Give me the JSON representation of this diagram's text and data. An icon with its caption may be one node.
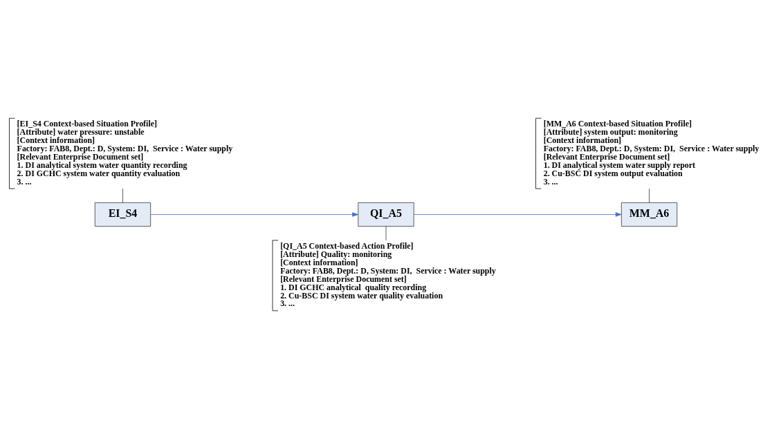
{
  "diagram": {
    "nodes": [
      {
        "text": [
          "[EI_S4 Context-based Situation Profile]",
          "[Attribute] water pressure: unstable",
          "[Context information]",
          "Factory: FAB8, Dept.: D, System: DI,  Service : Water supply",
          "[Relevant Enterprise Document set]",
          "1. DI analytical system water quantity recording",
          "2. DI GCHC system water quantity evaluation",
          "3. ..."
        ]
      },
      {
        "text": [
          "[MM_A6 Context-based Situation Profile]",
          "[Attribute] system output: monitoring",
          "[Context information]",
          "Factory: FAB8, Dept.: D, System: DI,  Service : Water supply",
          "[Relevant Enterprise Document set]",
          "1. DI analytical system water supply report",
          "2. Cu-BSC DI system output evaluation",
          "3. ..."
        ]
      },
      {
        "text": [
          "EI_S4"
        ]
      },
      {
        "text": [
          "QI_A5"
        ]
      },
      {
        "text": [
          "MM_A6"
        ]
      },
      {
        "text": [
          "[QI_A5 Context-based Action Profile]",
          "[Attribute] Quality: monitoring",
          "[Context information]",
          "Factory: FAB8, Dept.: D, System: DI,  Service : Water supply",
          "[Relevant Enterprise Document set]",
          "1. DI GCHC analytical  quality recording",
          "2. Cu-BSC DI system water quality evaluation",
          "3. ..."
        ]
      }
    ],
    "edges": [
      {
        "from": 2,
        "to": 3,
        "arrow": "to",
        "color": "#4472c4"
      },
      {
        "from": 3,
        "to": 4,
        "arrow": "to",
        "color": "#4472c4"
      },
      {
        "from": 0,
        "to": 2,
        "arrow": "none"
      },
      {
        "from": 1,
        "to": 4,
        "arrow": "none"
      },
      {
        "from": 5,
        "to": 3,
        "arrow": "none"
      }
    ]
  }
}
